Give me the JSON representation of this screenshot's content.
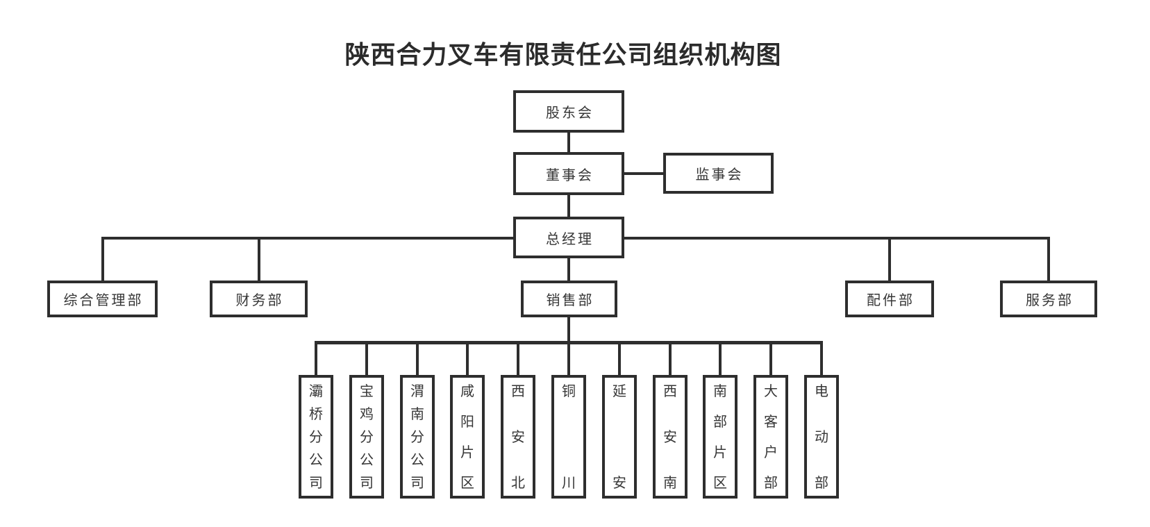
{
  "title": "陕西合力叉车有限责任公司组织机构图",
  "org": {
    "shareholders": {
      "label": "股东会"
    },
    "board": {
      "label": "董事会"
    },
    "supervisors": {
      "label": "监事会"
    },
    "general_manager": {
      "label": "总经理"
    },
    "departments": [
      {
        "id": "general-admin",
        "label": "综合管理部"
      },
      {
        "id": "finance",
        "label": "财务部"
      },
      {
        "id": "sales",
        "label": "销售部"
      },
      {
        "id": "parts",
        "label": "配件部"
      },
      {
        "id": "service",
        "label": "服务部"
      }
    ],
    "sales_children": [
      {
        "id": "baqiao-branch",
        "label": "灞桥分公司"
      },
      {
        "id": "baoji-branch",
        "label": "宝鸡分公司"
      },
      {
        "id": "weinan-branch",
        "label": "渭南分公司"
      },
      {
        "id": "xianyang-area",
        "label": "咸阳片区"
      },
      {
        "id": "xian-north",
        "label": "西安北"
      },
      {
        "id": "tongchuan",
        "label": "铜川"
      },
      {
        "id": "yanan",
        "label": "延安"
      },
      {
        "id": "xian-south",
        "label": "西安南"
      },
      {
        "id": "south-area",
        "label": "南部片区"
      },
      {
        "id": "key-account-dept",
        "label": "大客户部"
      },
      {
        "id": "electric-dept",
        "label": "电动部"
      }
    ]
  },
  "colors": {
    "background": "#ffffff",
    "line": "#2e2e2e",
    "text": "#363636",
    "title_text": "#2b2b2b"
  }
}
